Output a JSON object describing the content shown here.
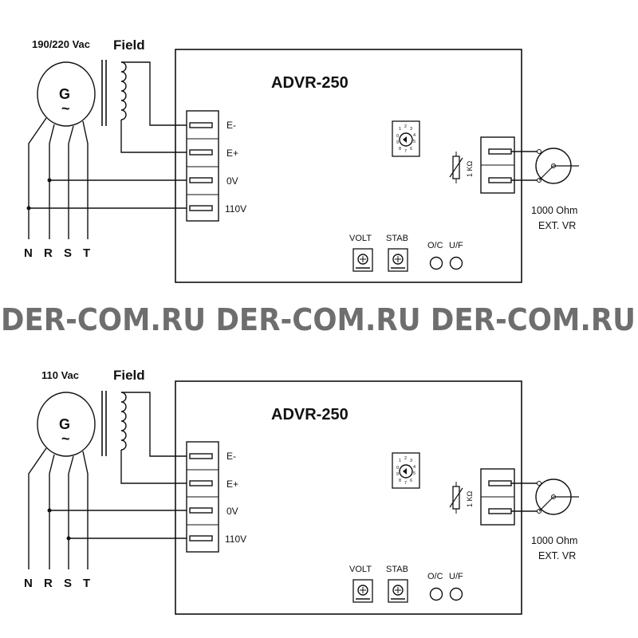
{
  "watermark": "DER-COM.RU DER-COM.RU DER-COM.RU",
  "diagrams": [
    {
      "supply_label": "190/220 Vac",
      "field_label": "Field",
      "generator_symbol": "G",
      "generator_tilde": "~",
      "model": "ADVR-250",
      "terminals": [
        "E-",
        "E+",
        "0V",
        "110V"
      ],
      "phases": [
        "N",
        "R",
        "S",
        "T"
      ],
      "volt_label": "VOLT",
      "stab_label": "STAB",
      "oc_label": "O/C",
      "uf_label": "U/F",
      "resistor_label": "1 KΩ",
      "ext_vr_value": "1000  Ohm",
      "ext_vr_label": "EXT. VR",
      "dial_numbers": [
        "0",
        "1",
        "2",
        "3",
        "4",
        "5",
        "6",
        "7",
        "8",
        "9"
      ]
    },
    {
      "supply_label": "110 Vac",
      "field_label": "Field",
      "generator_symbol": "G",
      "generator_tilde": "~",
      "model": "ADVR-250",
      "terminals": [
        "E-",
        "E+",
        "0V",
        "110V"
      ],
      "phases": [
        "N",
        "R",
        "S",
        "T"
      ],
      "volt_label": "VOLT",
      "stab_label": "STAB",
      "oc_label": "O/C",
      "uf_label": "U/F",
      "resistor_label": "1 KΩ",
      "ext_vr_value": "1000  Ohm",
      "ext_vr_label": "EXT. VR",
      "dial_numbers": [
        "0",
        "1",
        "2",
        "3",
        "4",
        "5",
        "6",
        "7",
        "8",
        "9"
      ]
    }
  ]
}
